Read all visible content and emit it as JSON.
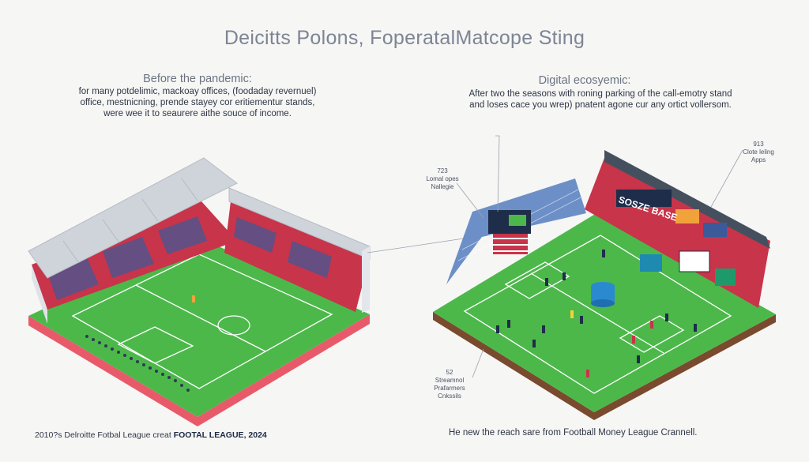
{
  "title": "Deicitts Polons, FoperatalMatcope Sting",
  "left": {
    "heading": "Before the pandemic:",
    "paragraph": [
      "for many potdelimic, mackoay offices, (foodaday revernuel)",
      "office, mestnicning, prende stayey cor eritiementur stands,",
      "were wee it to seaurere aithe souce of income."
    ]
  },
  "right": {
    "heading": "Digital ecosyemic:",
    "paragraph": [
      "After two the seasons with roning parking of the call-emotry stand",
      "and loses cace you wrep) pnatent agone cur any ortict vollersom."
    ],
    "callouts": {
      "top_left": [
        "723",
        "Lomal opes",
        "Nallegie"
      ],
      "top_right": [
        "913",
        "Clote leling",
        "Apps"
      ],
      "bottom_left": [
        "52",
        "Streamnol",
        "Prafarmers",
        "Cnkssils"
      ]
    },
    "stand_sign": "SOSZE BASE"
  },
  "footer": {
    "left_prefix": "2010?s Delroitte Fotbal League creat",
    "left_bold": "FOOTAL LEAGUE, 2024",
    "right": "He new the reach sare from Football Money League Crannell."
  },
  "colors": {
    "pitch": "#4cb84a",
    "pitch_edge": "#e85a6a",
    "stand_red": "#c8344a",
    "stand_blue": "#3a5a9a",
    "roof": "#cfd3da",
    "soil": "#7a4a2e"
  }
}
